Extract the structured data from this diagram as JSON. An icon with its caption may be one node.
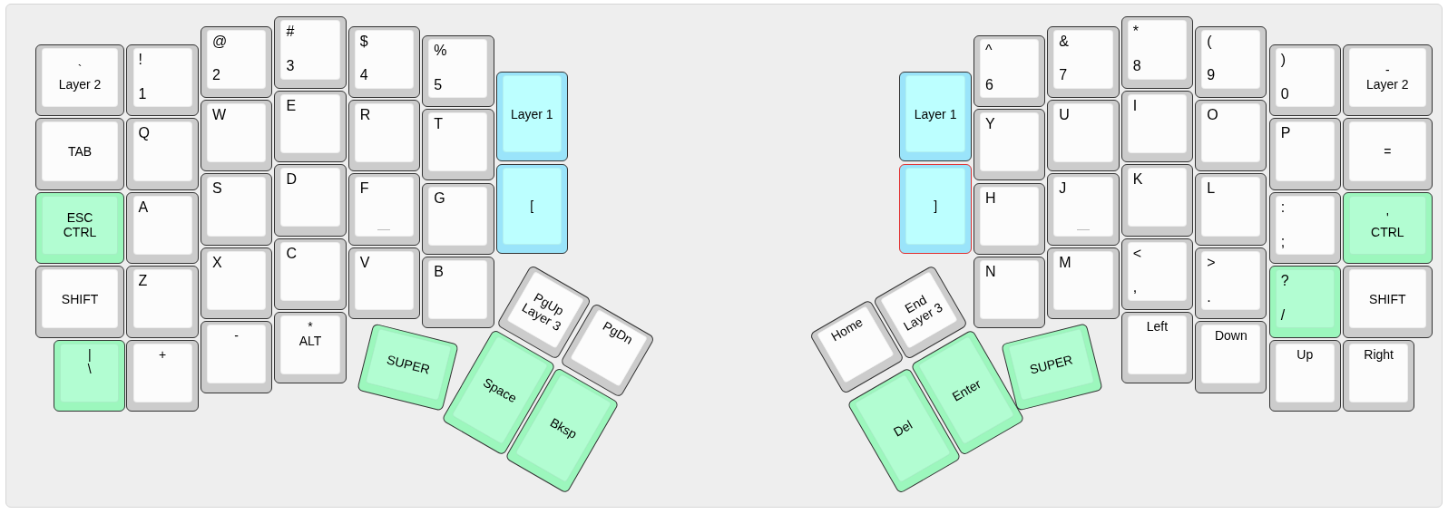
{
  "diagram": {
    "nodes": [
      {
        "text": [
          "`",
          "Layer 2"
        ]
      },
      {
        "text": [
          "!",
          "1"
        ]
      },
      {
        "text": [
          "@",
          "2"
        ]
      },
      {
        "text": [
          "#",
          "3"
        ]
      },
      {
        "text": [
          "$",
          "4"
        ]
      },
      {
        "text": [
          "%",
          "5"
        ]
      },
      {
        "text": [
          "Layer 1"
        ]
      },
      {
        "text": [
          "TAB"
        ]
      },
      {
        "text": [
          "Q"
        ]
      },
      {
        "text": [
          "W"
        ]
      },
      {
        "text": [
          "E"
        ]
      },
      {
        "text": [
          "R"
        ]
      },
      {
        "text": [
          "T"
        ]
      },
      {
        "text": [
          "["
        ]
      },
      {
        "text": [
          "ESC",
          "CTRL"
        ]
      },
      {
        "text": [
          "A"
        ]
      },
      {
        "text": [
          "S"
        ]
      },
      {
        "text": [
          "D"
        ]
      },
      {
        "text": [
          "F"
        ]
      },
      {
        "text": [
          "G"
        ]
      },
      {
        "text": [
          "SHIFT"
        ]
      },
      {
        "text": [
          "Z"
        ]
      },
      {
        "text": [
          "X"
        ]
      },
      {
        "text": [
          "C"
        ]
      },
      {
        "text": [
          "V"
        ]
      },
      {
        "text": [
          "B"
        ]
      },
      {
        "text": [
          "|",
          "\\"
        ]
      },
      {
        "text": [
          "+"
        ]
      },
      {
        "text": [
          "-"
        ]
      },
      {
        "text": [
          "*",
          "ALT"
        ]
      },
      {
        "text": [
          "SUPER"
        ]
      },
      {
        "text": [
          "PgUp",
          "Layer 3"
        ]
      },
      {
        "text": [
          "PgDn"
        ]
      },
      {
        "text": [
          "Space"
        ]
      },
      {
        "text": [
          "Bksp"
        ]
      },
      {
        "text": [
          "Layer 1"
        ]
      },
      {
        "text": [
          "^",
          "6"
        ]
      },
      {
        "text": [
          "&",
          "7"
        ]
      },
      {
        "text": [
          "*",
          "8"
        ]
      },
      {
        "text": [
          "(",
          "9"
        ]
      },
      {
        "text": [
          ")",
          "0"
        ]
      },
      {
        "text": [
          "-",
          "Layer 2"
        ]
      },
      {
        "text": [
          "Y"
        ]
      },
      {
        "text": [
          "U"
        ]
      },
      {
        "text": [
          "I"
        ]
      },
      {
        "text": [
          "O"
        ]
      },
      {
        "text": [
          "P"
        ]
      },
      {
        "text": [
          "="
        ]
      },
      {
        "text": [
          "]"
        ]
      },
      {
        "text": [
          "H"
        ]
      },
      {
        "text": [
          "J"
        ]
      },
      {
        "text": [
          "K"
        ]
      },
      {
        "text": [
          "L"
        ]
      },
      {
        "text": [
          ":",
          ";"
        ]
      },
      {
        "text": [
          "'",
          "CTRL"
        ]
      },
      {
        "text": [
          "N"
        ]
      },
      {
        "text": [
          "M"
        ]
      },
      {
        "text": [
          "<",
          ","
        ]
      },
      {
        "text": [
          ">",
          "."
        ]
      },
      {
        "text": [
          "?",
          "/"
        ]
      },
      {
        "text": [
          "SHIFT"
        ]
      },
      {
        "text": [
          "Left"
        ]
      },
      {
        "text": [
          "Down"
        ]
      },
      {
        "text": [
          "Up"
        ]
      },
      {
        "text": [
          "Right"
        ]
      },
      {
        "text": [
          "Home"
        ]
      },
      {
        "text": [
          "End",
          "Layer 3"
        ]
      },
      {
        "text": [
          "Del"
        ]
      },
      {
        "text": [
          "Enter"
        ]
      },
      {
        "text": [
          "SUPER"
        ]
      }
    ]
  }
}
